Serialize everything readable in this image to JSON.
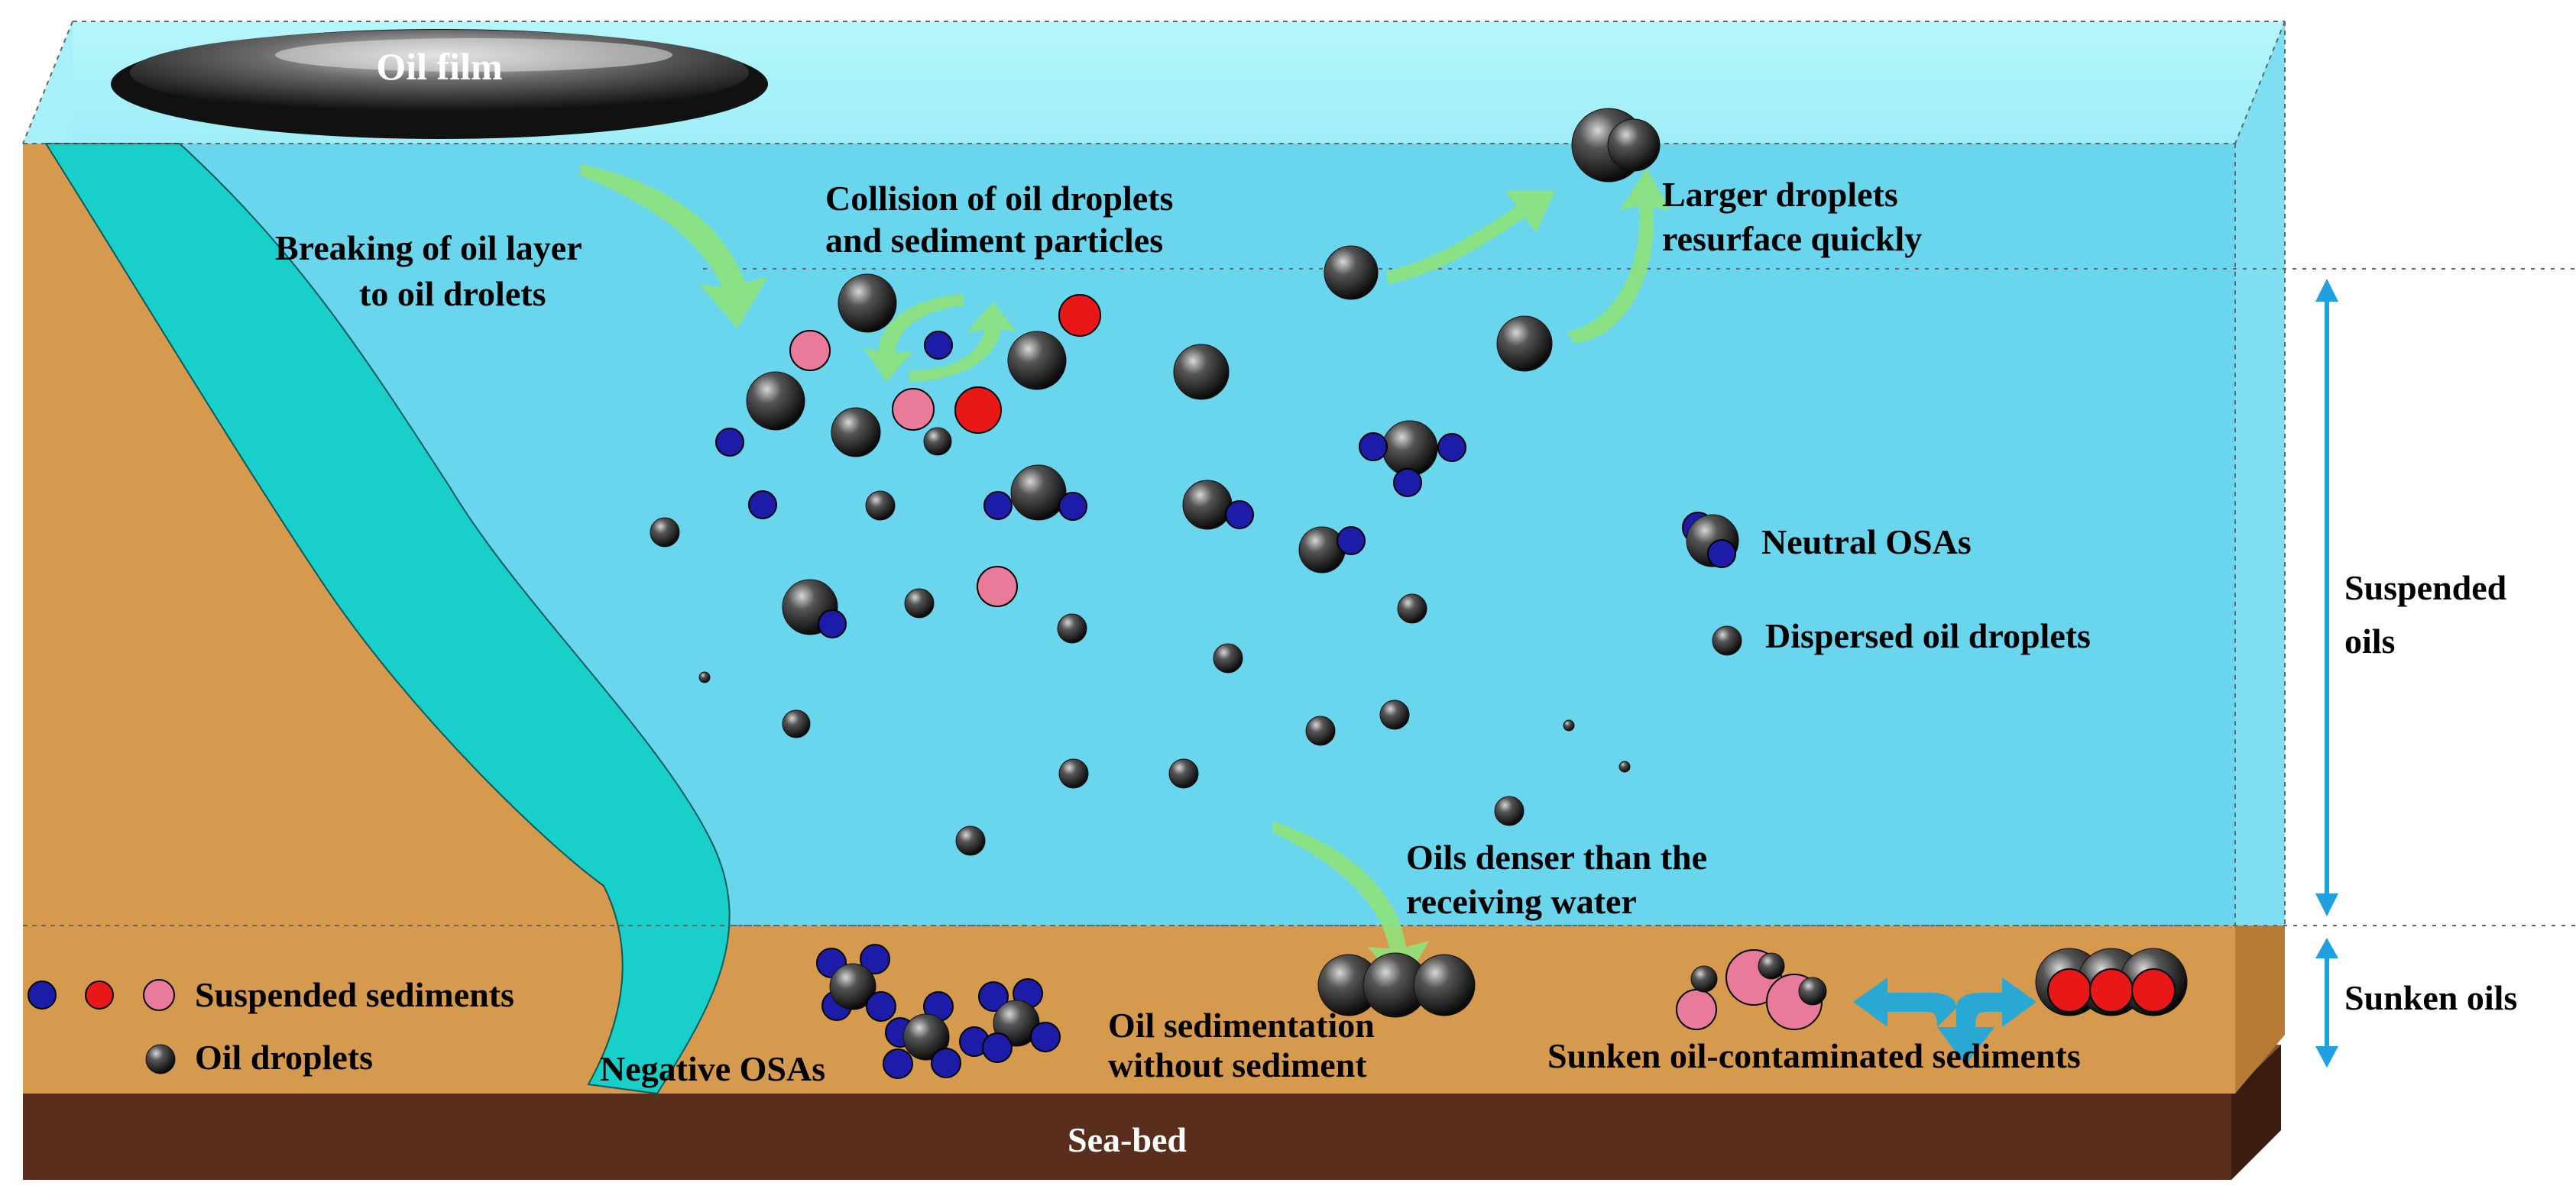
{
  "labels": {
    "oil_film": "Oil film",
    "breaking": [
      "Breaking of oil layer",
      "to oil drolets"
    ],
    "collision": [
      "Collision of oil droplets",
      "and sediment particles"
    ],
    "larger": [
      "Larger droplets",
      "resurface quickly"
    ],
    "neutral_osas": "Neutral OSAs",
    "dispersed": "Dispersed oil droplets",
    "suspended_oils": [
      "Suspended",
      "oils"
    ],
    "sunken_oils": "Sunken oils",
    "denser": [
      "Oils denser than the",
      "receiving water"
    ],
    "suspended_sediments": "Suspended sediments",
    "oil_droplets": "Oil droplets",
    "negative_osas": "Negative OSAs",
    "sedimentation": [
      "Oil sedimentation",
      "without sediment"
    ],
    "sunken_contaminated": "Sunken oil-contaminated sediments",
    "seabed": "Sea-bed"
  },
  "colors": {
    "water": "#69d6ee",
    "water_top": "#b5f6fb",
    "sediment": "#d69a4e",
    "shore_water": "#18cfc9",
    "seabed": "#5a2e1c",
    "oil": "#2a2a2a",
    "negative_particle": "#1c1ca8",
    "positive_particle": "#e81818",
    "neutral_particle": "#e97a9a",
    "arrow_green": "#8fe27a",
    "arrow_teal": "#2aa8d4",
    "bracket": "#1fa0e0"
  }
}
